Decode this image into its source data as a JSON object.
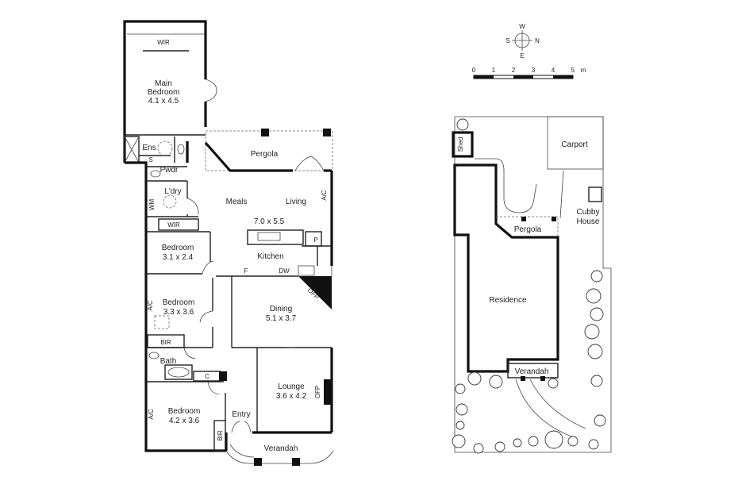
{
  "floor_plan": {
    "rooms": {
      "wir_top": "WIR",
      "main_bedroom_name_1": "Main",
      "main_bedroom_name_2": "Bedroom",
      "main_bedroom_dims": "4.1 x 4.5",
      "ensuite": "Ens",
      "shower": "S",
      "powder": "Pwdr",
      "laundry": "L'dry",
      "washing_machine": "WM",
      "wir_mid": "WIR",
      "bedroom_2_name": "Bedroom",
      "bedroom_2_dims": "3.1 x 2.4",
      "bedroom_3_name": "Bedroom",
      "bedroom_3_dims": "3.3 x 3.6",
      "bir_mid": "BIR",
      "bath": "Bath",
      "cupboard": "C",
      "bedroom_4_name": "Bedroom",
      "bedroom_4_dims": "4.2 x 3.6",
      "bir_bottom": "BIR",
      "entry": "Entry",
      "verandah": "Verandah",
      "pergola": "Pergola",
      "meals": "Meals",
      "living": "Living",
      "living_dims": "7.0 x 5.5",
      "kitchen": "Kitchen",
      "pantry": "P",
      "fridge": "F",
      "dishwasher": "DW",
      "dining_name": "Dining",
      "dining_dims": "5.1 x 3.7",
      "lounge_name": "Lounge",
      "lounge_dims": "3.6 x 4.2",
      "ofp_dining": "OFP",
      "ofp_lounge": "OFP",
      "ac_living": "A/C",
      "ac_bedroom_3": "A/C",
      "ac_bedroom_4": "A/C"
    }
  },
  "site_plan": {
    "compass": {
      "n": "N",
      "s": "S",
      "e": "E",
      "w": "W"
    },
    "scale": {
      "ticks": [
        "0",
        "1",
        "2",
        "3",
        "4",
        "5"
      ],
      "unit": "m"
    },
    "labels": {
      "shed": "Shed",
      "carport": "Carport",
      "cubby_1": "Cubby",
      "cubby_2": "House",
      "pergola": "Pergola",
      "residence": "Residence",
      "verandah": "Verandah"
    }
  }
}
